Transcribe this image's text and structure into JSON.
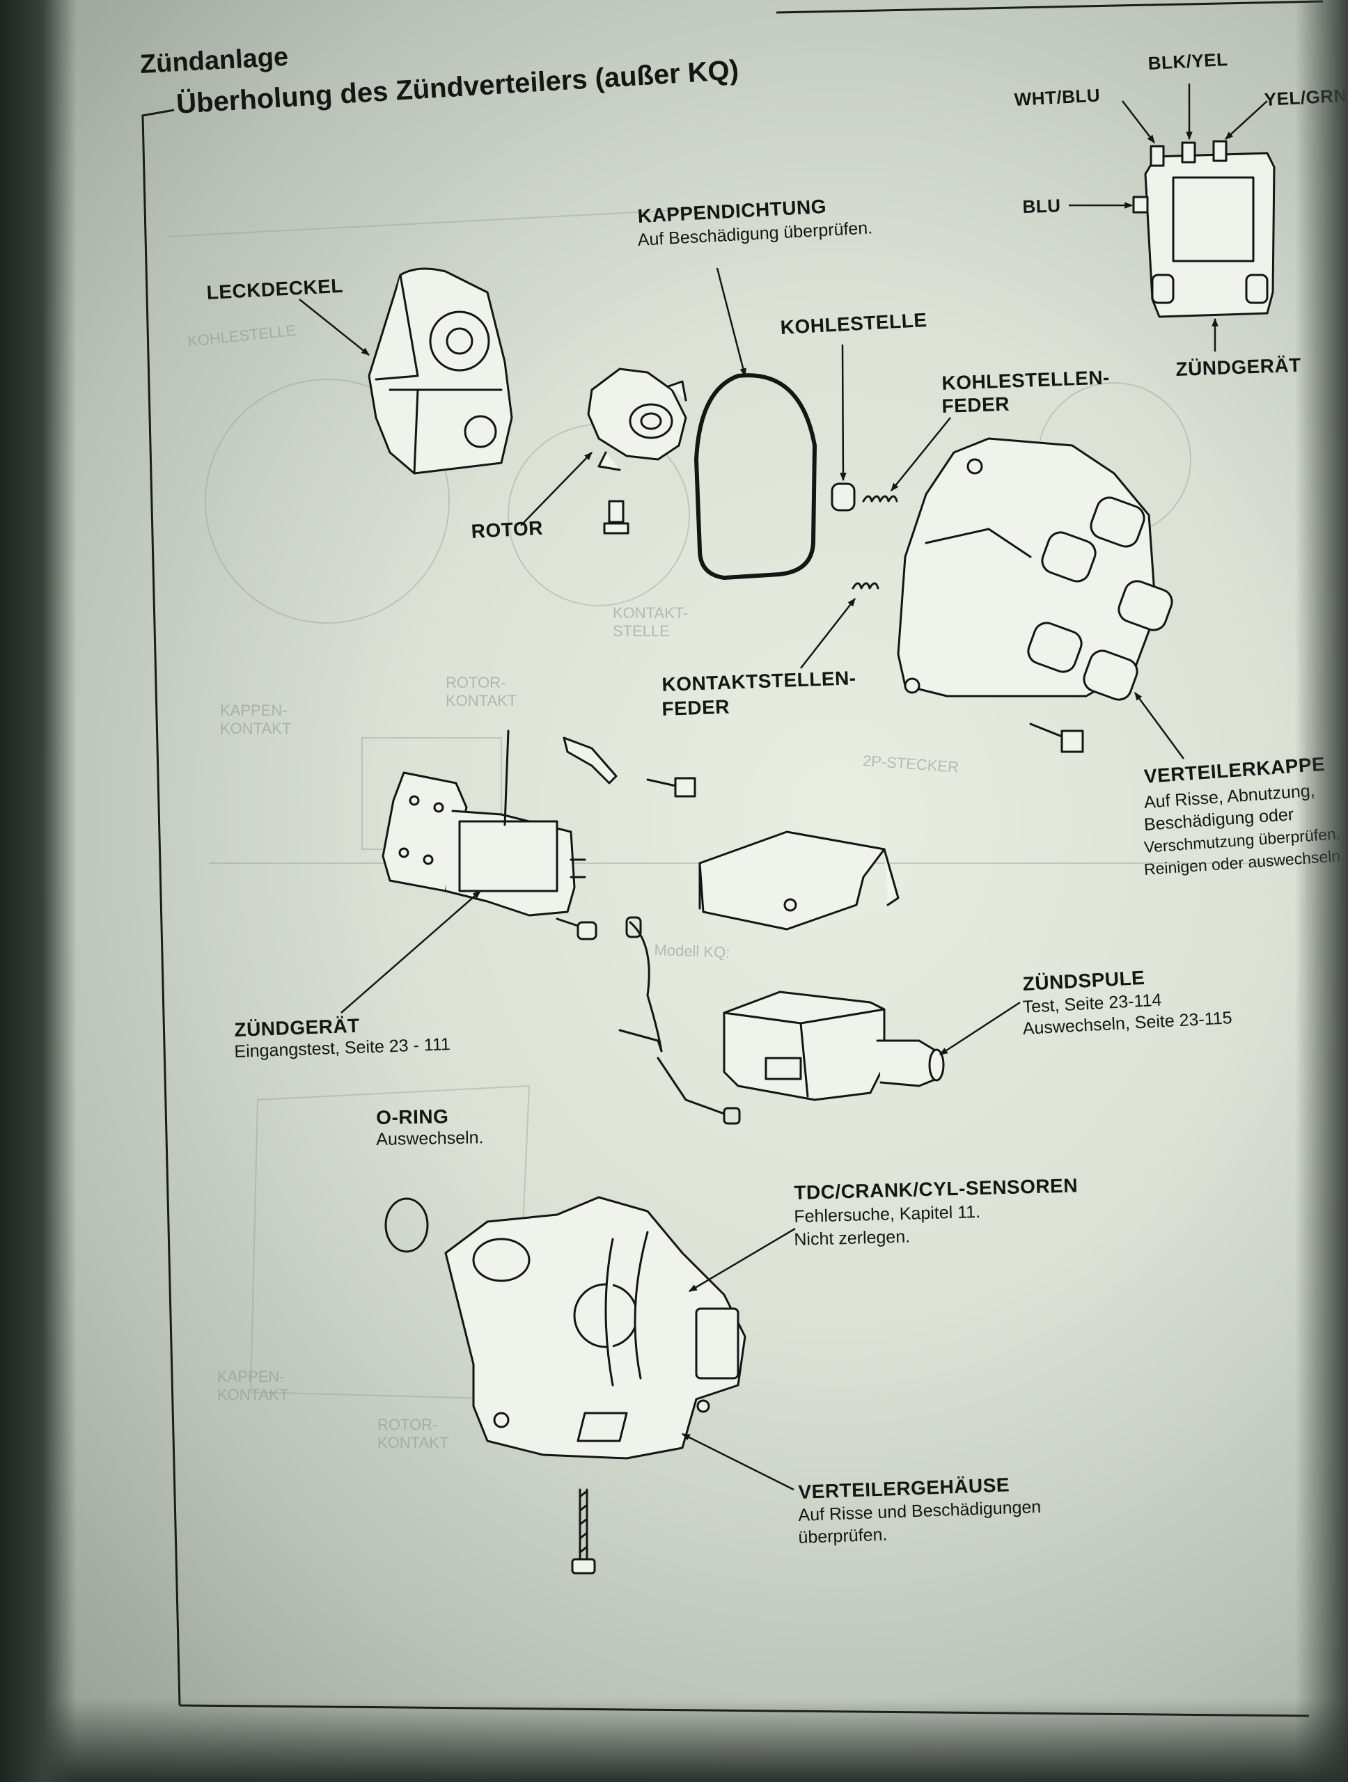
{
  "header": {
    "section": "Zündanlage",
    "title": "Überholung des Zündverteilers (außer KQ)"
  },
  "labels": {
    "leckdeckel": "LECKDECKEL",
    "rotor": "ROTOR",
    "kappendichtung": {
      "name": "KAPPENDICHTUNG",
      "note": "Auf Beschädigung überprüfen."
    },
    "kohlestelle": "KOHLESTELLE",
    "kohlestellenfeder": [
      "KOHLESTELLEN-",
      "FEDER"
    ],
    "kontaktstellenfeder": [
      "KONTAKTSTELLEN-",
      "FEDER"
    ],
    "verteilerkappe": {
      "name": "VERTEILERKAPPE",
      "notes": [
        "Auf Risse, Abnutzung,",
        "Beschädigung oder",
        "Verschmutzung überprüfen.",
        "Reinigen oder auswechseln."
      ]
    },
    "zuendgeraet_top": "ZÜNDGERÄT",
    "wires": {
      "wht_blu": "WHT/BLU",
      "blk_yel": "BLK/YEL",
      "yel_grn": "YEL/GRN",
      "blu": "BLU"
    },
    "zuendgeraet": {
      "name": "ZÜNDGERÄT",
      "note": "Eingangstest, Seite 23 - 111"
    },
    "zuendspule": {
      "name": "ZÜNDSPULE",
      "notes": [
        "Test, Seite 23-114",
        "Auswechseln, Seite 23-115"
      ]
    },
    "oring": {
      "name": "O-RING",
      "note": "Auswechseln."
    },
    "sensoren": {
      "name": "TDC/CRANK/CYL-SENSOREN",
      "notes": [
        "Fehlersuche, Kapitel 11.",
        "Nicht zerlegen."
      ]
    },
    "gehaeuse": {
      "name": "VERTEILERGEHÄUSE",
      "notes": [
        "Auf Risse und Beschädigungen",
        "überprüfen."
      ]
    }
  },
  "ghost_text": {
    "kontaktstelle": [
      "KONTAKT-",
      "STELLE"
    ],
    "rotorkontakt": [
      "ROTOR-",
      "KONTAKT"
    ],
    "kappenkontakt": [
      "KAPPEN-",
      "KONTAKT"
    ],
    "stecker": "2P-STECKER",
    "kohlestelle": "KOHLESTELLE",
    "modell": "Modell KQ:"
  }
}
